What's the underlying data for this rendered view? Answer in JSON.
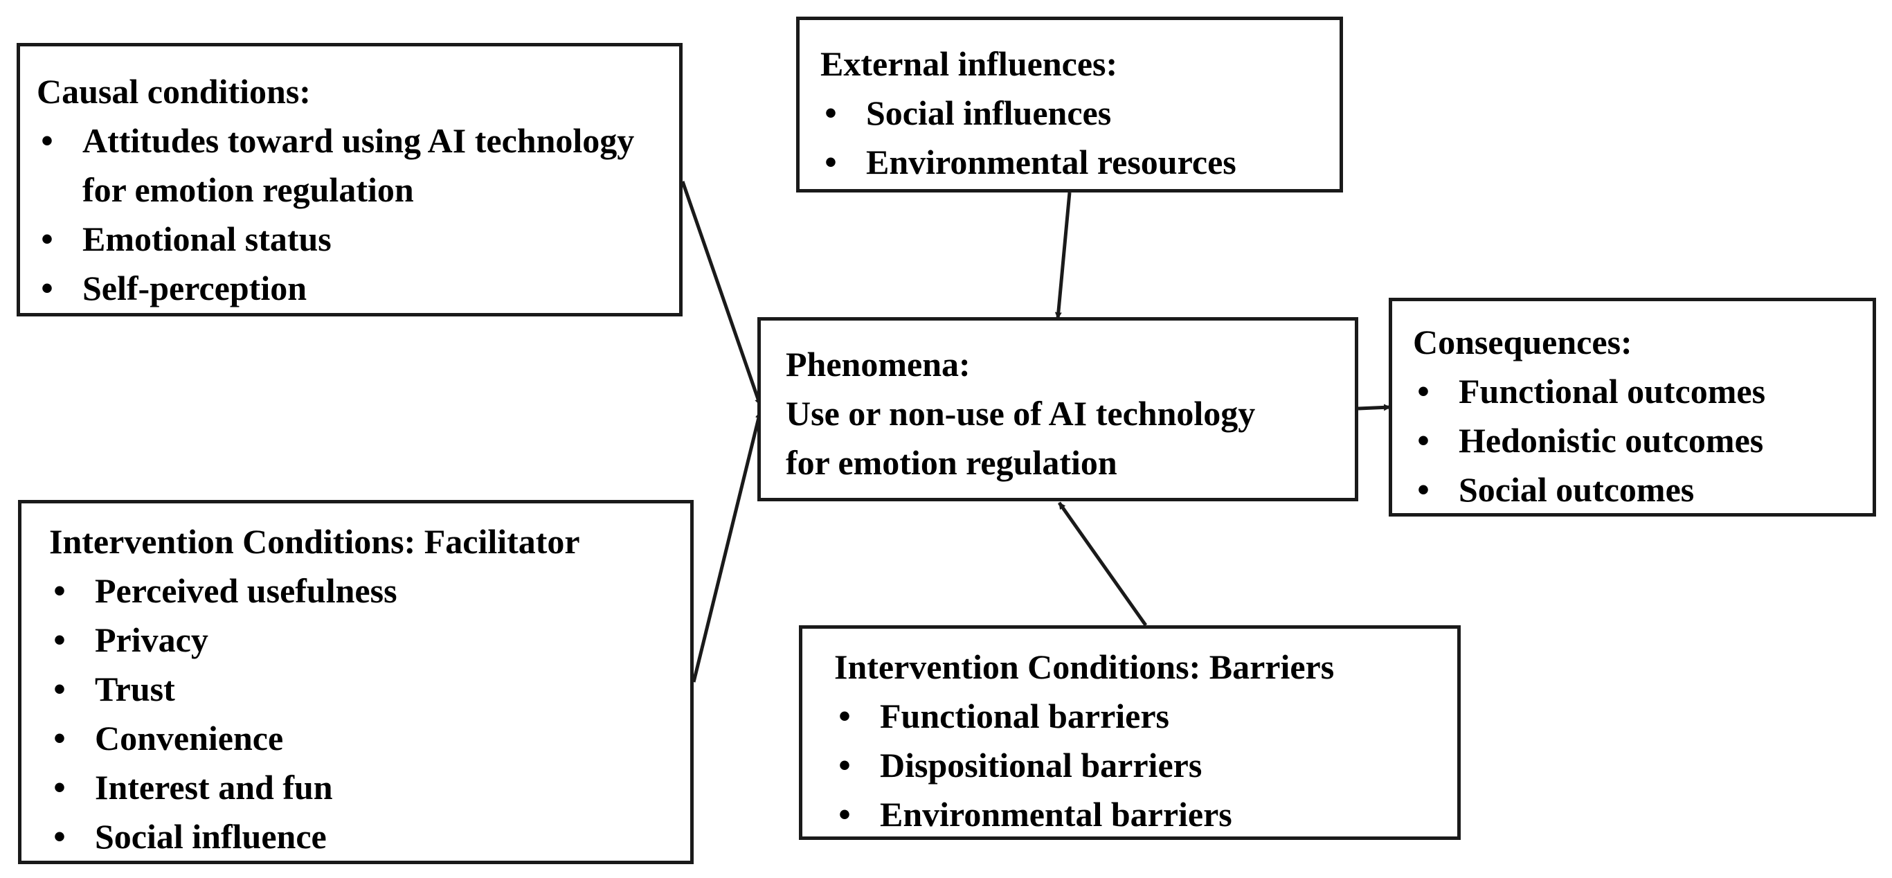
{
  "causal": {
    "title": "Causal conditions:",
    "items": [
      "Attitudes toward using AI technology for emotion regulation",
      "Emotional status",
      "Self-perception"
    ]
  },
  "external": {
    "title": "External influences:",
    "items": [
      "Social influences",
      "Environmental resources"
    ]
  },
  "phenomena": {
    "title": "Phenomena:",
    "line1": "Use or non-use of AI technology",
    "line2": "for emotion regulation"
  },
  "consequences": {
    "title": "Consequences:",
    "items": [
      "Functional outcomes",
      "Hedonistic outcomes",
      "Social outcomes"
    ]
  },
  "facilitator": {
    "title": "Intervention Conditions: Facilitator",
    "items": [
      "Perceived usefulness",
      "Privacy",
      "Trust",
      "Convenience",
      "Interest and fun",
      "Social influence"
    ]
  },
  "barriers": {
    "title": "Intervention Conditions: Barriers",
    "items": [
      "Functional barriers",
      "Dispositional barriers",
      "Environmental barriers"
    ]
  },
  "bullet": "•",
  "colors": {
    "stroke": "#1a1a1a",
    "text": "#000000",
    "background": "#ffffff"
  }
}
